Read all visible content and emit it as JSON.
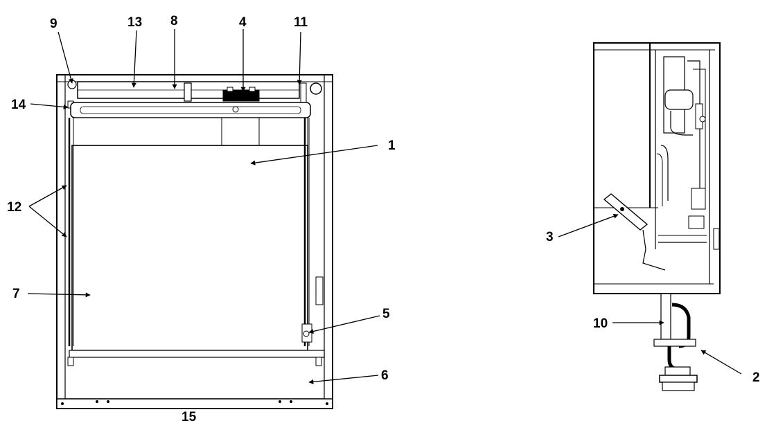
{
  "figure": {
    "front_view": {
      "callouts": {
        "c1": "1",
        "c4": "4",
        "c5": "5",
        "c6": "6",
        "c7": "7",
        "c8": "8",
        "c9": "9",
        "c11": "11",
        "c12": "12",
        "c13": "13",
        "c14": "14",
        "c15": "15"
      }
    },
    "side_view": {
      "callouts": {
        "c2": "2",
        "c3": "3",
        "c10": "10"
      }
    }
  }
}
